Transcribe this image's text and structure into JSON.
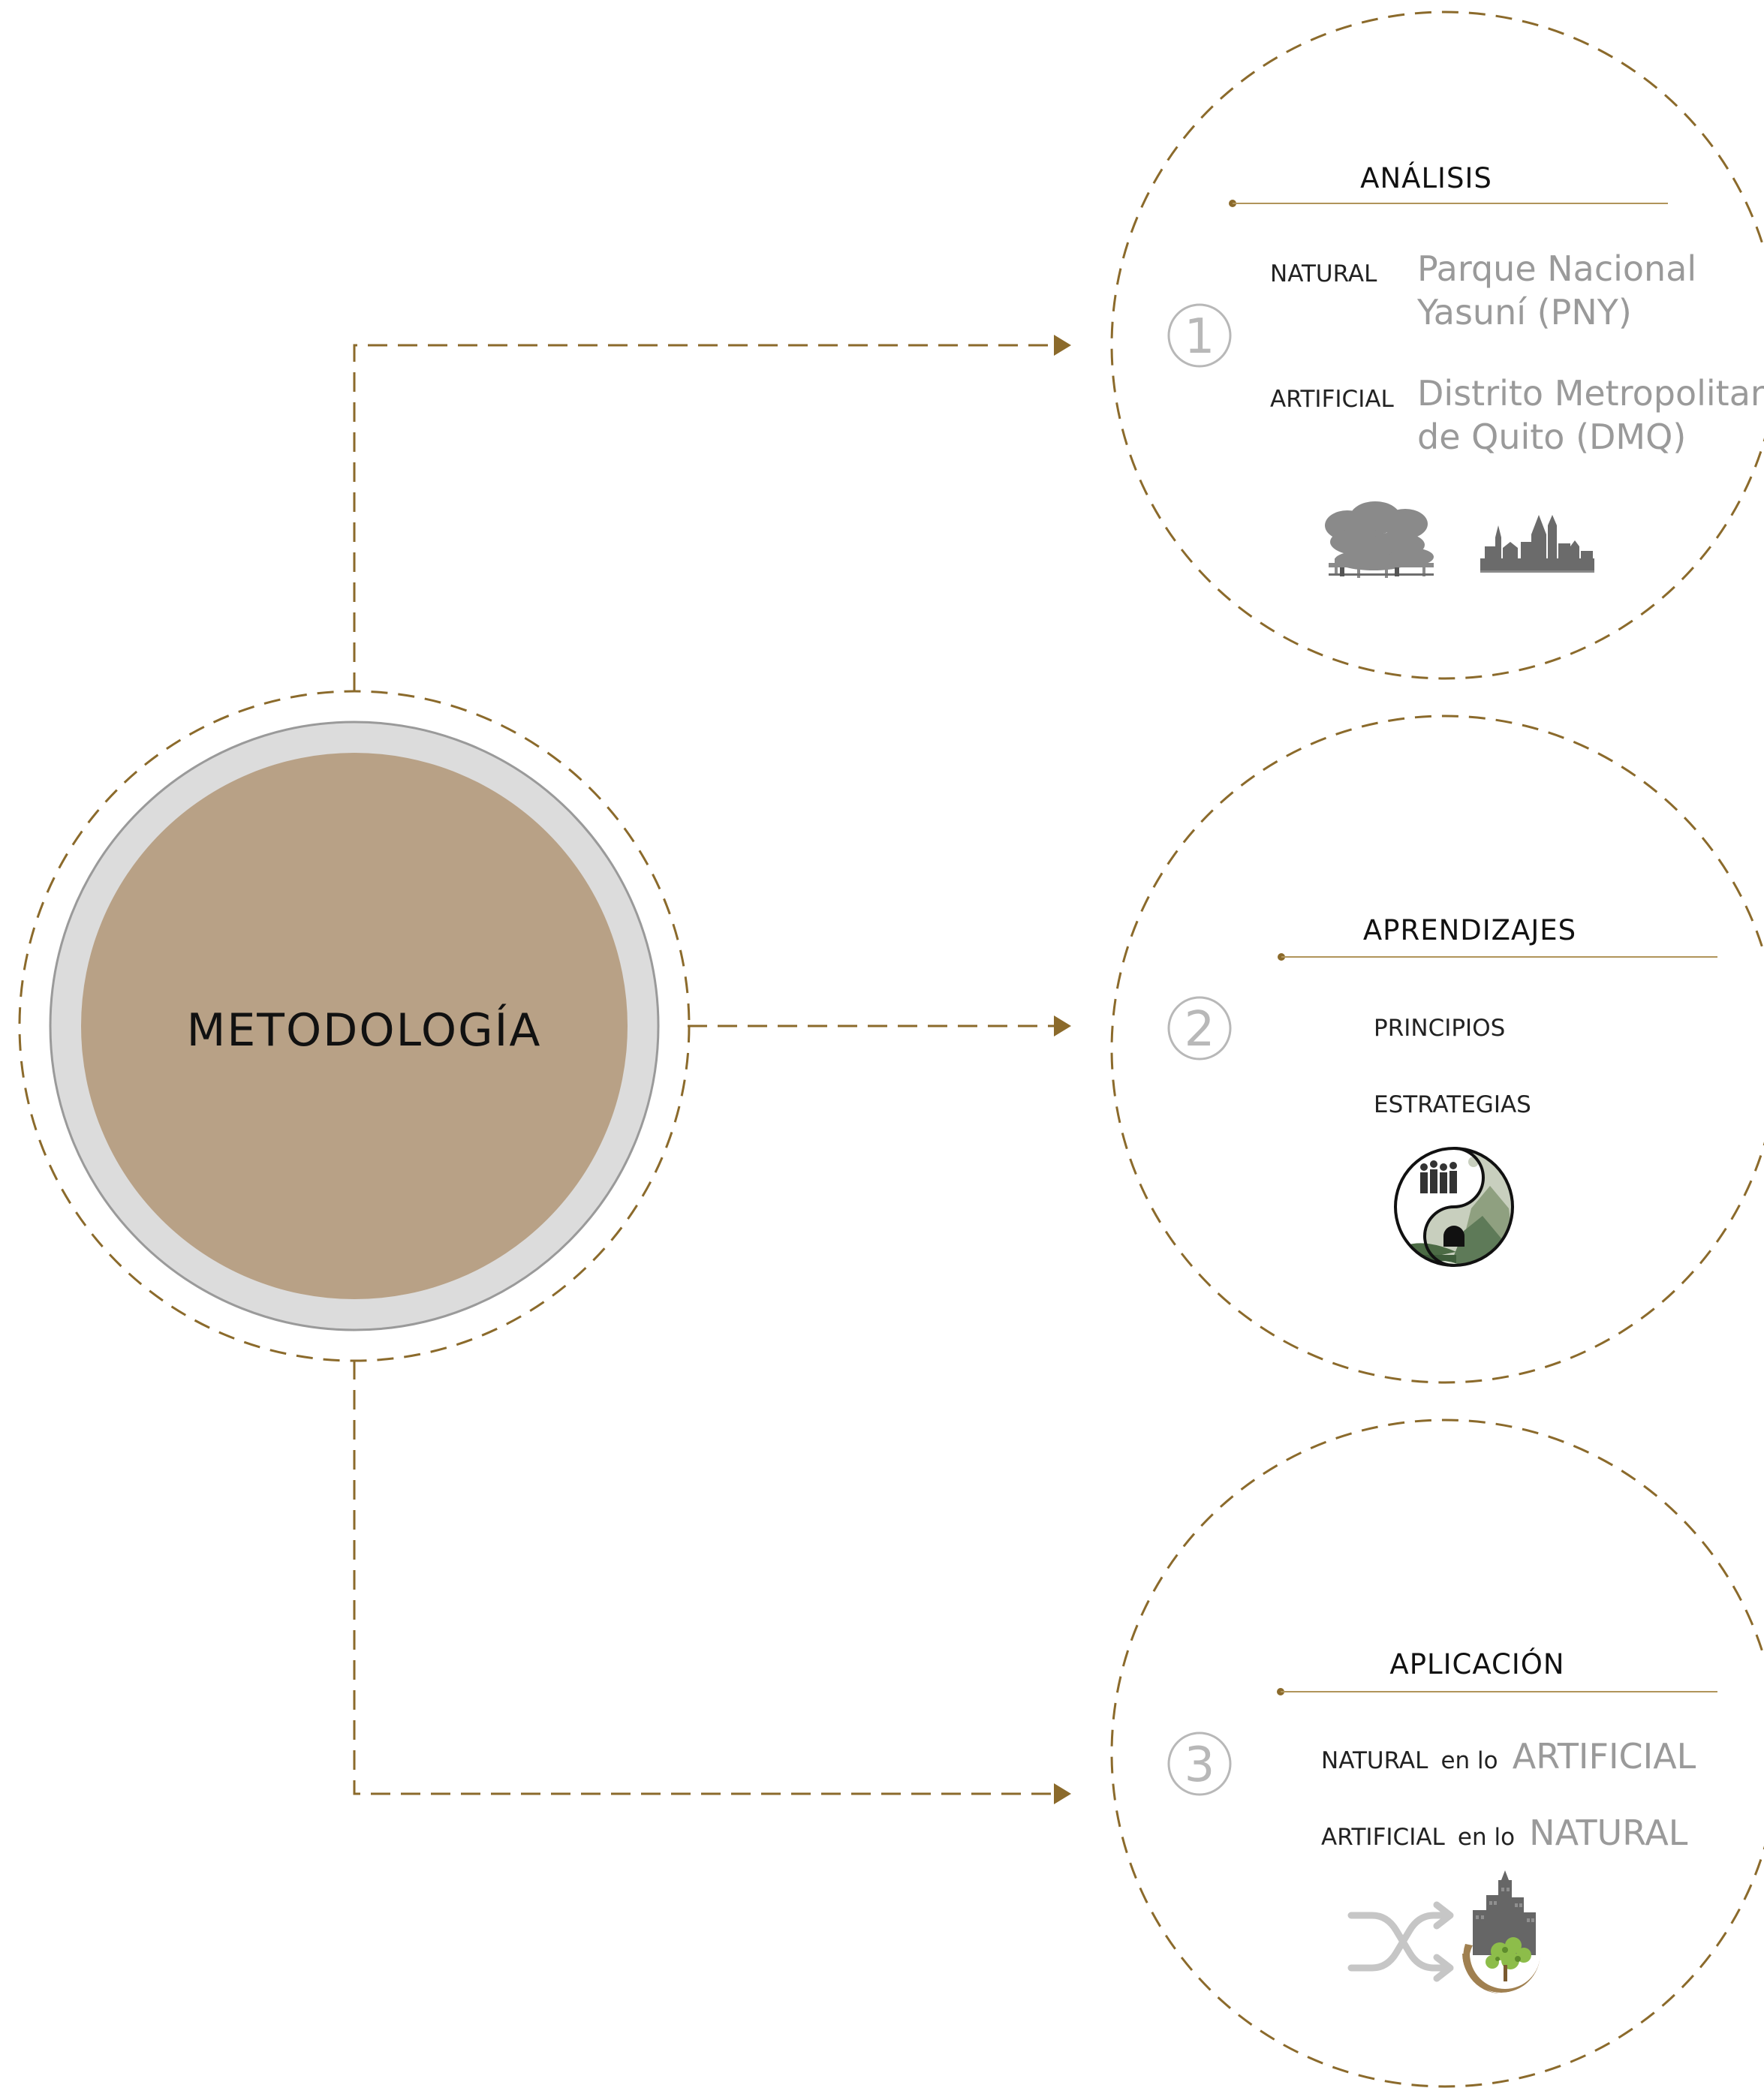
{
  "center": {
    "label": "METODOLOGÍA"
  },
  "colors": {
    "accent": "#8b6a2b",
    "center_fill": "#b8a186",
    "ring": "#dcdcdc",
    "icon_gray": "#8a8a8a",
    "icon_dark": "#555555"
  },
  "steps": [
    {
      "number": "1",
      "title": "ANÁLISIS",
      "rows": [
        {
          "label": "NATURAL",
          "line1": "Parque Nacional",
          "line2": "Yasuní (PNY)"
        },
        {
          "label": "ARTIFICIAL",
          "line1": "Distrito Metropolitano",
          "line2": "de Quito (DMQ)"
        }
      ],
      "icons": [
        "forest-icon",
        "city-skyline-icon"
      ]
    },
    {
      "number": "2",
      "title": "APRENDIZAJES",
      "items": [
        "PRINCIPIOS",
        "ESTRATEGIAS"
      ],
      "icons": [
        "yin-yang-nature-city-icon"
      ]
    },
    {
      "number": "3",
      "title": "APLICACIÓN",
      "rows": [
        {
          "label": "NATURAL",
          "connector": "en lo",
          "target": "ARTIFICIAL"
        },
        {
          "label": "ARTIFICIAL",
          "connector": "en lo",
          "target": "NATURAL"
        }
      ],
      "icons": [
        "shuffle-icon",
        "tree-city-icon"
      ]
    }
  ]
}
